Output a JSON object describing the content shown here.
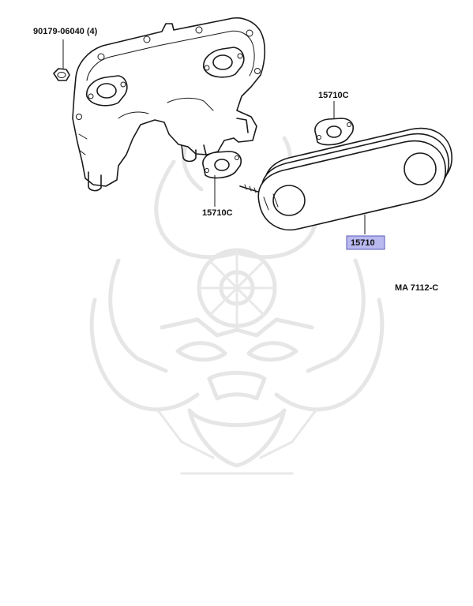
{
  "diagram": {
    "callouts": [
      {
        "id": "nut",
        "text": "90179-06040 (4)"
      },
      {
        "id": "gasket-upper",
        "text": "15710C"
      },
      {
        "id": "gasket-lower",
        "text": "15710C"
      },
      {
        "id": "oil-cooler",
        "text": "15710"
      }
    ],
    "figure_code": "MA 7112-C"
  },
  "colors": {
    "line": "#1a1a1a",
    "highlight_fill": "#b9b9f0",
    "highlight_border": "#5a5ab8",
    "watermark": "#e6e6e6"
  },
  "icons": {
    "watermark": "samurai-helmet-watermark-icon"
  }
}
